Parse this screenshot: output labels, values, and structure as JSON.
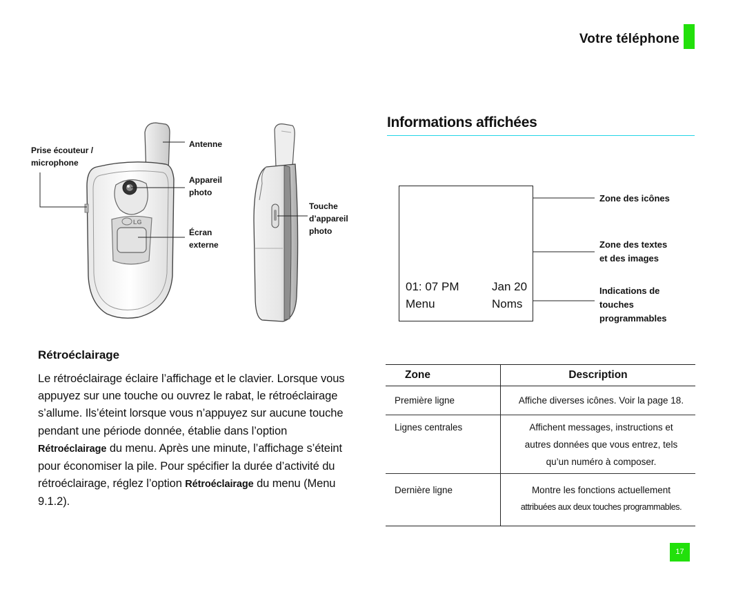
{
  "header": {
    "title": "Votre téléphone",
    "accent_color": "#22e00b"
  },
  "phone_labels": {
    "antenna": "Antenne",
    "earphone_line1": "Prise écouteur /",
    "earphone_line2": "microphone",
    "camera_line1": "Appareil",
    "camera_line2": "photo",
    "external_screen_line1": "Écran",
    "external_screen_line2": "externe",
    "camera_key_line1": "Touche",
    "camera_key_line2": "d’appareil",
    "camera_key_line3": "photo",
    "logo": "LG"
  },
  "display_section": {
    "title": "Informations affichées",
    "line_color": "#21d5e6",
    "screen": {
      "time": "01: 07 PM",
      "date": "Jan 20",
      "left_soft": "Menu",
      "right_soft": "Noms"
    },
    "callouts": {
      "icons_zone": "Zone des icônes",
      "text_zone_line1": "Zone des textes",
      "text_zone_line2": "et des images",
      "softkeys_line1": "Indications de",
      "softkeys_line2": "touches",
      "softkeys_line3": "programmables"
    }
  },
  "table": {
    "headers": [
      "Zone",
      "Description"
    ],
    "rows": [
      {
        "zone": "Première ligne",
        "desc": [
          "Affiche diverses icônes. Voir la page 18."
        ]
      },
      {
        "zone": "Lignes centrales",
        "desc": [
          "Affichent messages, instructions et",
          "autres données que vous entrez, tels",
          "qu’un numéro à composer."
        ]
      },
      {
        "zone": "Dernière ligne",
        "desc": [
          "Montre les fonctions actuellement",
          "attribuées aux deux touches programmables."
        ]
      }
    ]
  },
  "backlight": {
    "title": "Rétroéclairage",
    "p1": "Le rétroéclairage éclaire l’affichage et le clavier. Lorsque vous appuyez sur une touche ou ouvrez le rabat, le rétroéclairage s’allume. Ils’éteint lorsque vous n’appuyez sur aucune touche pendant une période donnée, établie dans l’option",
    "bold1": "Rétroéclairage",
    "p2": "du menu. Après une minute, l’affichage s’éteint pour économiser la pile. Pour spécifier la durée d’activité du rétroéclairage, réglez l’option",
    "bold2": "Rétroéclairage",
    "p3": "du menu (Menu 9.1.2)."
  },
  "page_number": "17"
}
